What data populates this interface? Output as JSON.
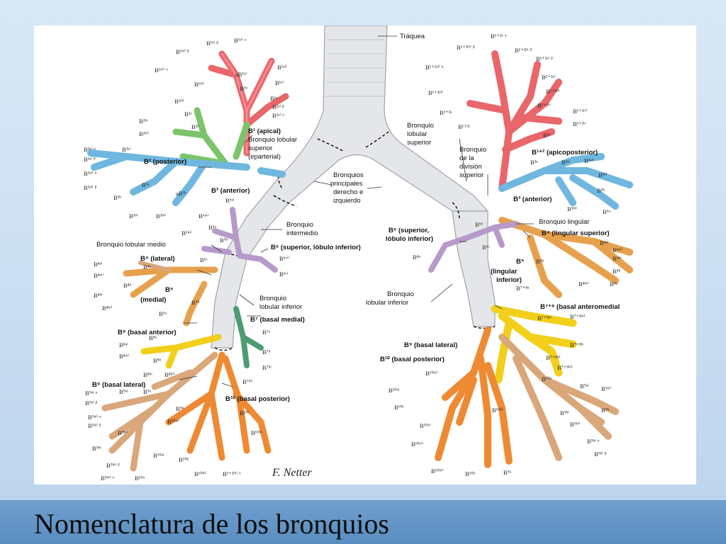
{
  "slide": {
    "title": "Nomenclatura de los bronquios"
  },
  "colors": {
    "apical": "#e9666a",
    "posterior": "#7cc46b",
    "anterior": "#6fb7df",
    "lingula": "#e7a14e",
    "superior": "#b79ac9",
    "medial": "#4e9c74",
    "anterior_basal": "#f1cf1b",
    "lateral_basal": "#d9a77a",
    "posterior_basal": "#ee8a33",
    "trachea": "#e5e7ea"
  },
  "labels": {
    "traquea": "Tráquea",
    "r_b1": "B¹ (apical)",
    "r_bls1": "Bronquio lobular",
    "r_bls2": "superior",
    "r_bls3": "(eparterial)",
    "r_b2": "B² (posterior)",
    "r_b3": "B³ (anterior)",
    "bp1": "Bronquios",
    "bp2": "principales",
    "bp3": "derecho e",
    "bp4": "izquierdo",
    "bi1": "Bronquio",
    "bi2": "intermedio",
    "blm": "Bronquio lobular medio",
    "r_b4": "B⁴ (lateral)",
    "r_b5a": "B⁵",
    "r_b5b": "(medial)",
    "r_b6": "B⁶ (superior, lóbulo inferior)",
    "bli1": "Bronquio",
    "bli2": "lobular inferior",
    "r_b7": "B⁷ (basal medial)",
    "r_b8": "B⁸ (basal anterior)",
    "r_b9": "B⁹ (basal lateral)",
    "r_b10": "B¹⁰ (basal posterior)",
    "l_bls1": "Bronquio",
    "l_bls2": "lobular",
    "l_bls3": "superior",
    "l_bd1": "Bronquio",
    "l_bd2": "de la",
    "l_bd3": "división",
    "l_bd4": "superior",
    "l_b12": "B¹⁺² (apicoposterior)",
    "l_b3": "B³ (anterior)",
    "l_bling": "Bronquio lingular",
    "l_b4": "B⁴ (lingular superior)",
    "l_b6a": "B⁶ (superior,",
    "l_b6b": "lóbulo inferior)",
    "l_b5a": "B⁵",
    "l_b5b": "(lingular",
    "l_b5c": "inferior)",
    "l_bli1": "Bronquio",
    "l_bli2": "lobular inferior",
    "l_b78": "B⁷⁺⁸ (basal anteromedial",
    "l_b9": "B⁹ (basal lateral)",
    "l_b10": "B¹⁰ (basal posterior)",
    "signature": "F. Netter"
  },
  "small_labels": [
    "B¹ᵇⁱⁱ ᵝ",
    "B¹ᵇⁱ ᵝ",
    "B¹ᵇⁱ ᵅ",
    "B¹ᵇⁱⁱ ᵅ",
    "aB¹ᵇⁱ",
    "B¹ᵃⁱⁱ",
    "B¹ᵇⁱⁱ",
    "B¹ᵇ",
    "B¹ᵃⁱ",
    "B¹ᵃ",
    "B²ᵃⁱⁱ",
    "B²ᵃ",
    "B²ᵃⁱ ᵝ",
    "B²ᵃⁱ ᵅ",
    "B²ᵇⁱ",
    "B²ᵇⁱⁱ",
    "B²ᵇ",
    "B³ᵃⁱ ᵅ",
    "B³ᵃⁱ ᵝ",
    "B³ᵃⁱⁱ ᵅ",
    "B³ᵃⁱⁱ ᵝ",
    "B³ᵃⁱ",
    "B³ᵃ",
    "aB³ᵇ",
    "B³ᵇ",
    "B³ᵇⁱ",
    "B³ᵇⁱⁱ",
    "B⁶ᵃⁱ",
    "B⁶ᵃⁱⁱ",
    "B⁶ᵃ",
    "B⁶ᵇⁱⁱ",
    "B⁶ᵇ",
    "B⁶ᶜ",
    "B⁶ᶜⁱⁱ",
    "B⁶ᶜⁱ",
    "B⁴ᵃⁱ",
    "B⁴ᵃ",
    "B⁴ᵃⁱⁱ",
    "B⁴ᵇⁱ",
    "B⁴ᵇ",
    "B⁴ᵇⁱⁱ",
    "B⁵ᵇ",
    "B⁵ᵃ",
    "B⁸ᵃⁱ",
    "B⁸ᵃ",
    "B⁸ᵃⁱⁱ",
    "B⁸ᵇ",
    "B⁸ᵇⁱ",
    "B⁸ᵇⁱⁱ",
    "B⁷ᵃ",
    "B⁷ᵇ",
    "B⁷ᵇⁱ",
    "B⁷ᵇⁱⁱ",
    "B⁹ᵃⁱ ᵅ",
    "B⁹ᵃⁱ",
    "B⁹ᵃ",
    "B⁹ᵃⁱ ᵝ",
    "B⁹ᵃⁱⁱ ᵅ",
    "B⁹ᵃⁱⁱ ᵝ",
    "B⁹ᵇ",
    "B⁹ᵇⁱⁱ",
    "B⁹ᵇⁱ",
    "B⁹ᵇⁱⁱ ᵝ",
    "B⁹ᵇⁱⁱ ᵅ",
    "B¹⁰ᵃ",
    "B¹⁰ᵃⁱⁱ",
    "B¹⁰ᵃⁱ",
    "B¹⁰ᵇ",
    "B¹⁰ᶜ",
    "B¹⁰ᵇⁱ",
    "B¹⁰ᵇⁱⁱ",
    "B¹⁺²ᵇⁱⁱ ᵅ",
    "B¹⁺²ᵃ ᵅ",
    "B¹⁺²ᵇⁱⁱ ᵝ",
    "B¹⁺²ᵇⁱ ᵝ",
    "B¹⁺²ᵃⁱⁱ ᵅ",
    "B¹⁺²ᵃⁱ ᵝ",
    "B¹⁺²ᵃⁱ",
    "B¹⁺²ᵃⁱⁱ",
    "B¹⁺²ᵇⁱ",
    "B¹⁺²ᵃ",
    "B¹⁺²ᶜⁱ",
    "B¹⁺²ᶜⁱⁱ",
    "B¹⁺²ᵇ",
    "B¹⁺²ᶜ",
    "B³ᶜ",
    "B³ᵃ",
    "B³ᵃⁱ",
    "B³ᵃⁱⁱ",
    "B³ᵇⁱ",
    "B³ᵇ",
    "B³ᵇⁱⁱ",
    "B⁶ᵃ",
    "B⁶ᵇ",
    "B⁶ᶜ",
    "B⁴ᵃ",
    "B⁴ᵃⁱ",
    "B⁴ᵃⁱⁱ",
    "B⁴ᵇⁱ",
    "B⁴ᵇ",
    "B⁴ᵇⁱⁱ",
    "B⁵ᵃ",
    "B⁵ᵇ",
    "B⁷⁺⁸ᵃ",
    "B⁷⁺⁸ᵃⁱ",
    "B⁷⁺⁸ᵃⁱⁱ",
    "B⁷⁺⁸ᵇ",
    "B⁷⁺⁸ᵇⁱ",
    "B⁷⁺⁸ᵇⁱⁱ",
    "B¹⁰ᵃ",
    "B¹⁰ᵃⁱⁱ",
    "B¹⁰ᵃⁱ",
    "B¹⁰ᶜ",
    "B¹⁰ᶜⁱ",
    "B¹⁰ᶜⁱⁱ",
    "B¹⁰ᵇⁱⁱ",
    "B¹⁰ᵇ",
    "B¹⁰ᵇⁱ",
    "B⁹ᵃ",
    "B⁹ᵃⁱ",
    "B⁹ᵃⁱⁱ",
    "B⁹ᵇ",
    "B⁹ᵇⁱ",
    "B⁹ᵇⁱⁱ",
    "B⁹ᵇⁱ ᵅ",
    "B⁹ᵇⁱ ᵝ"
  ]
}
